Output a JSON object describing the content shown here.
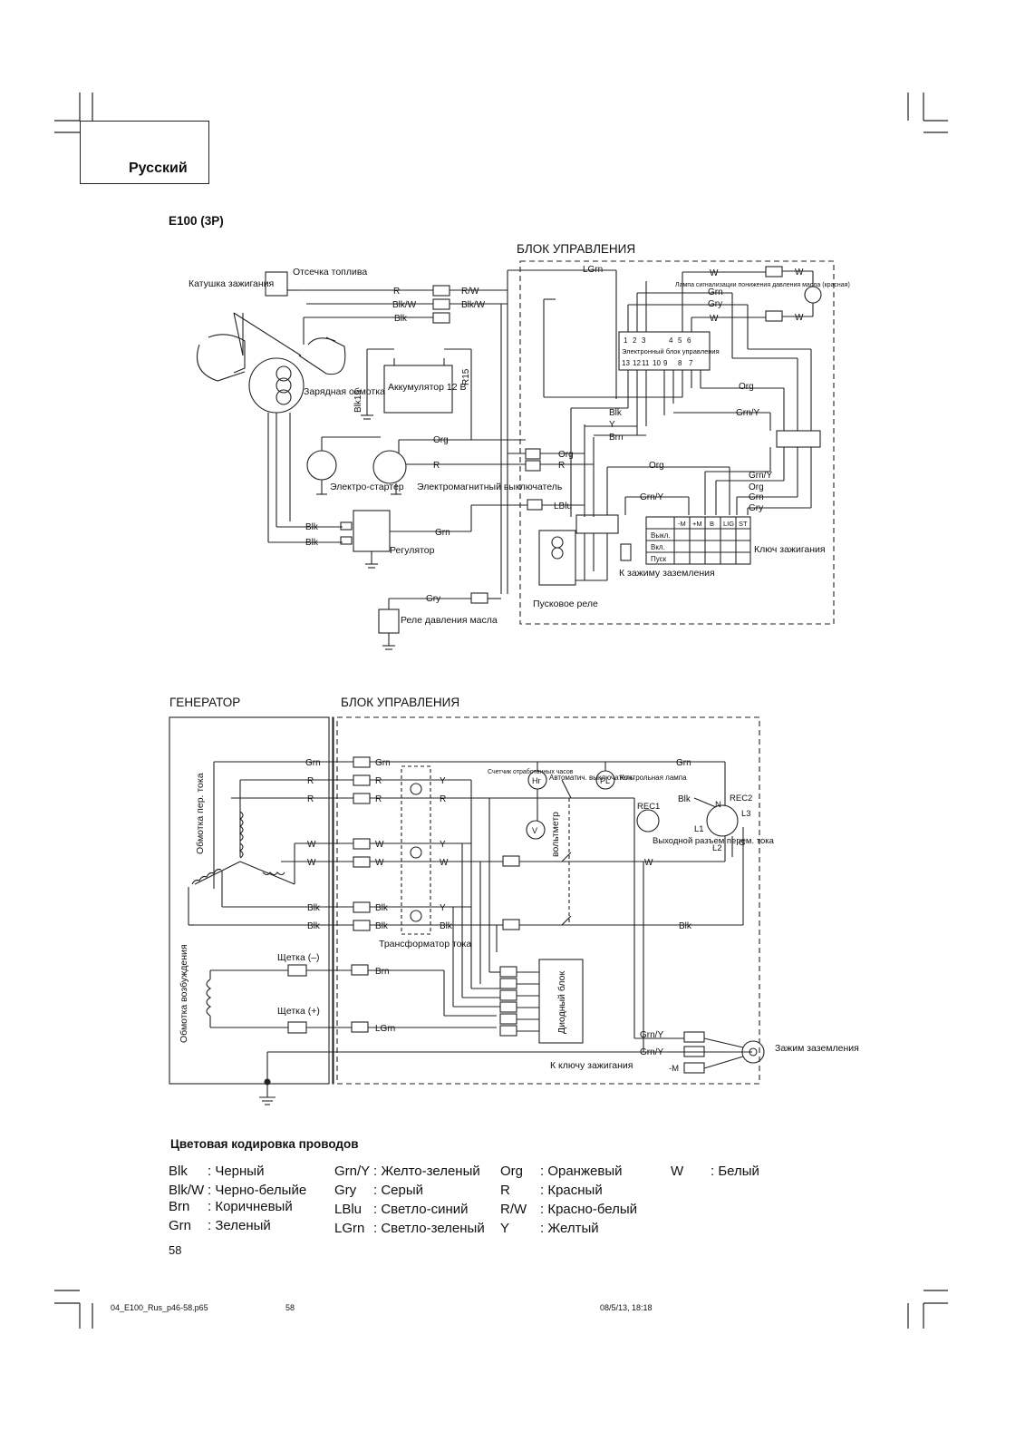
{
  "header": {
    "language": "Русский",
    "model": "E100 (3P)"
  },
  "diagram_top": {
    "section_title": "БЛОК УПРАВЛЕНИЯ",
    "components": {
      "fuel_cut": "Отсечка топлива",
      "ignition_coil": "Катушка зажигания",
      "charge_coil": "Зарядная обмотка",
      "battery": "Аккумулятор 12 В",
      "electric_starter": "Электро-стартер",
      "solenoid_switch": "Электромагнитный выключатель",
      "regulator": "Регулятор",
      "oil_pressure_switch": "Реле давления масла",
      "ecu": "Электронный блок управления",
      "oil_lamp": "Лампа сигнализации понижения давления масла (красная)",
      "ground_terminal": "К зажиму заземления",
      "start_relay": "Пусковое реле",
      "ignition_key": "Ключ зажигания"
    },
    "ecu_pins_top": [
      "1",
      "2",
      "3",
      "4",
      "5",
      "6"
    ],
    "ecu_pins_bottom": [
      "13",
      "12",
      "11",
      "10",
      "9",
      "8",
      "7"
    ],
    "key_switch_columns": [
      "-M",
      "+M",
      "B",
      "LIG",
      "ST"
    ],
    "key_switch_rows": [
      "Выкл.",
      "Вкл.",
      "Пуск"
    ],
    "wire_labels": [
      "R",
      "R/W",
      "Blk/W",
      "Blk/W",
      "Blk",
      "Blk15",
      "R15",
      "Org",
      "Org",
      "R",
      "R",
      "LBlu",
      "Grn/Y",
      "Blk",
      "Blk",
      "Grn",
      "Gry",
      "LGrn",
      "W",
      "W",
      "Grn",
      "Gry",
      "W",
      "W",
      "Org",
      "Blk",
      "Y",
      "Brn",
      "Grn/Y",
      "Org",
      "Grn/Y",
      "Org",
      "Grn",
      "Gry"
    ]
  },
  "diagram_bottom": {
    "generator_title": "ГЕНЕРАТОР",
    "control_title": "БЛОК УПРАВЛЕНИЯ",
    "components": {
      "ac_winding": "Обмотка пер. тока",
      "field_winding": "Обмотка возбуждения",
      "brush_minus": "Щетка (–)",
      "brush_plus": "Щетка (+)",
      "current_transformer": "Трансформатор тока",
      "hour_meter": "Счетчик отработанных часов",
      "breaker": "Автоматич. выключатель",
      "pilot_lamp": "Контрольная лампа",
      "voltmeter": "вольтметр",
      "ac_outlet": "Выходной разъем перем. тока",
      "diode_block": "Диодный блок",
      "to_key": "К ключу зажигания",
      "ground": "Зажим заземления"
    },
    "symbols": {
      "hr": "Hr",
      "pl": "PL",
      "v": "V",
      "rec1": "REC1",
      "rec2": "REC2",
      "n": "N",
      "l1": "L1",
      "l2": "L2",
      "l3": "L3",
      "g": "G",
      "minus_m": "-M"
    },
    "wire_labels": [
      "Grn",
      "Grn",
      "R",
      "R",
      "R",
      "R",
      "Y",
      "R",
      "W",
      "W",
      "W",
      "W",
      "Y",
      "W",
      "Blk",
      "Blk",
      "Blk",
      "Blk",
      "Y",
      "Blk",
      "Brn",
      "LGrn",
      "Grn",
      "Blk",
      "W",
      "Blk",
      "Grn/Y",
      "Grn/Y"
    ]
  },
  "legend": {
    "title": "Цветовая кодировка проводов",
    "items": [
      {
        "code": "Blk",
        "name": ": Черный"
      },
      {
        "code": "Blk/W",
        "name": ": Черно-белыйе"
      },
      {
        "code": "Brn",
        "name": ": Коричневый"
      },
      {
        "code": "Grn",
        "name": ": Зеленый"
      },
      {
        "code": "Grn/Y",
        "name": ": Желто-зеленый"
      },
      {
        "code": "Gry",
        "name": ": Серый"
      },
      {
        "code": "LBlu",
        "name": ": Светло-синий"
      },
      {
        "code": "LGrn",
        "name": ": Светло-зеленый"
      },
      {
        "code": "Org",
        "name": ": Оранжевый"
      },
      {
        "code": "R",
        "name": ": Красный"
      },
      {
        "code": "R/W",
        "name": ": Красно-белый"
      },
      {
        "code": "Y",
        "name": ": Желтый"
      },
      {
        "code": "W",
        "name": ": Белый"
      }
    ]
  },
  "page_number": "58",
  "footer": {
    "file": "04_E100_Rus_p46-58.p65",
    "page": "58",
    "date": "08/5/13, 18:18"
  }
}
